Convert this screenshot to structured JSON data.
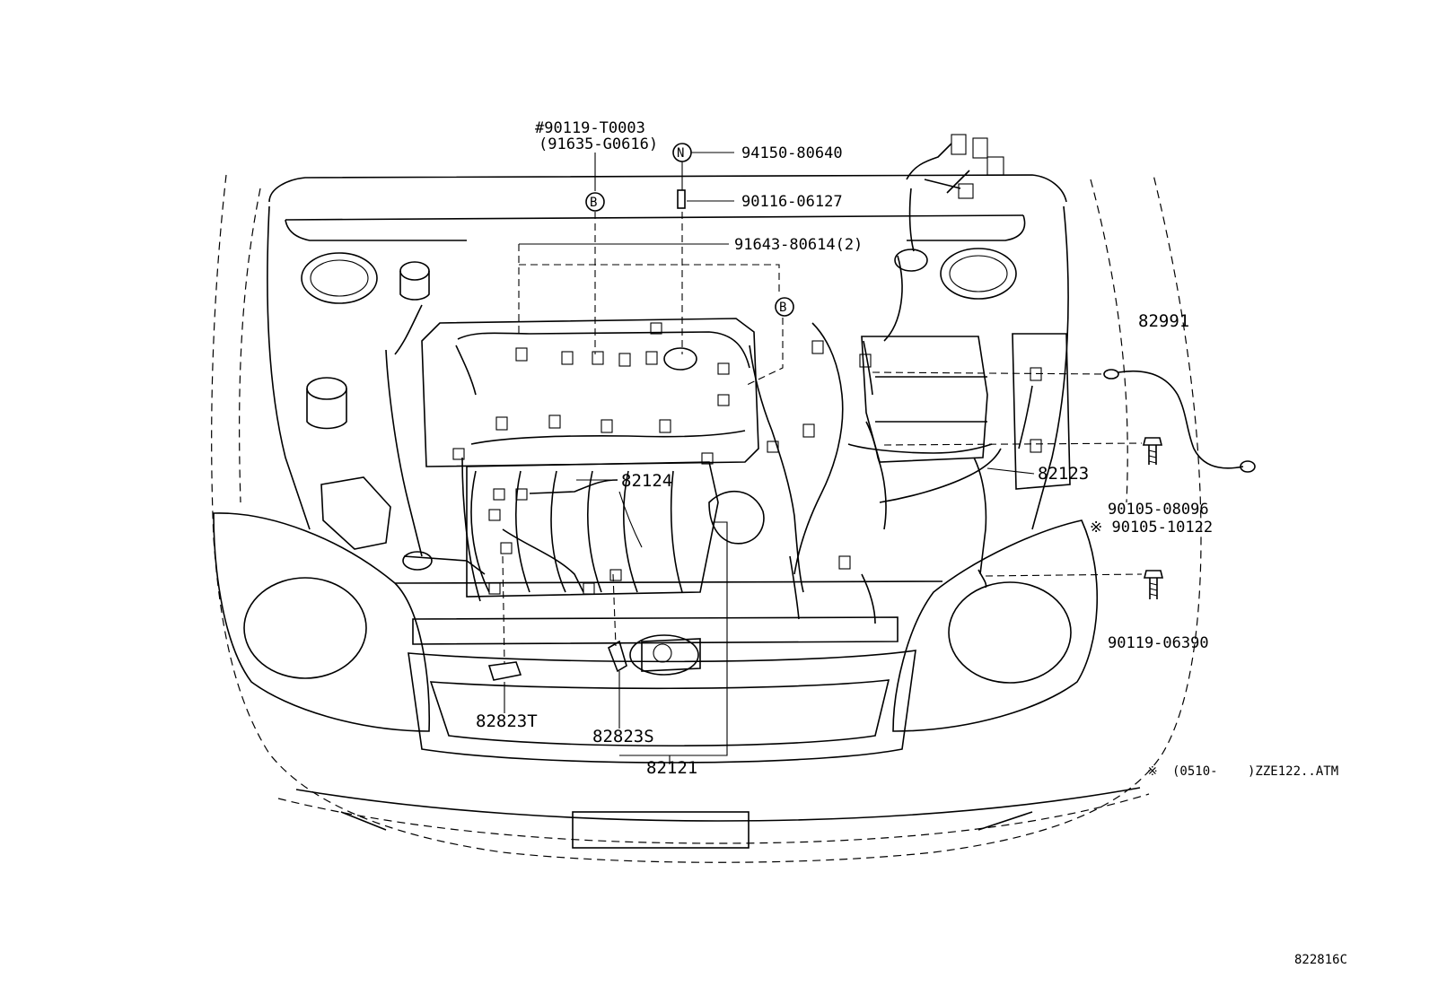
{
  "callouts": {
    "c1_line1": "#90119-T0003",
    "c1_line2": "(91635-G0616)",
    "marker_n": "N",
    "marker_b": "B",
    "c2": "94150-80640",
    "c3": "90116-06127",
    "c4": "91643-80614(2)",
    "c5": "82991",
    "c6": "82124",
    "c7": "82123",
    "c8": "90105-08096",
    "c9": "※ 90105-10122",
    "c10": "90119-06390",
    "c11": "82823T",
    "c12": "82823S",
    "c13": "82121"
  },
  "footnote": {
    "mark": "※",
    "open": "(0510-",
    "close": ")ZZE122..ATM"
  },
  "figure_id": "822816C"
}
